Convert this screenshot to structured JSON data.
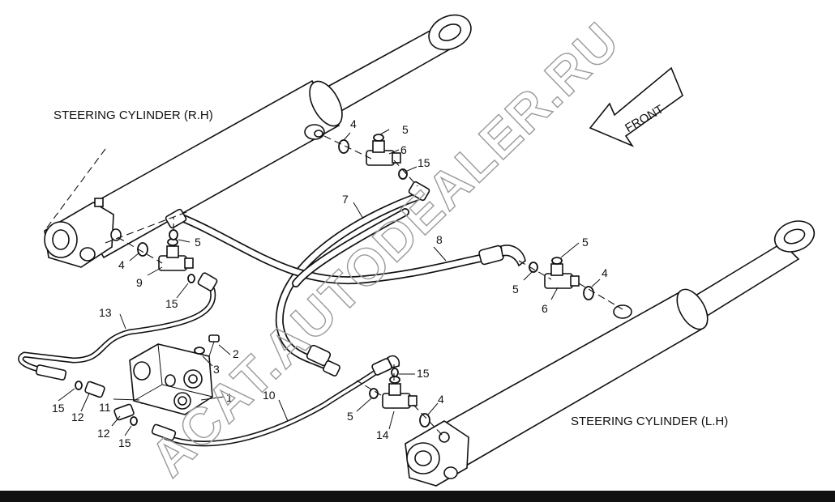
{
  "titles": {
    "right_cylinder": "STEERING CYLINDER (R.H)",
    "left_cylinder": "STEERING CYLINDER (L.H)"
  },
  "front_label": "FRONT",
  "watermark": "ACAT.AUTODEALER.RU",
  "callouts": {
    "c1": "1",
    "c2": "2",
    "c3": "3",
    "c4a": "4",
    "c4b": "4",
    "c4c": "4",
    "c4d": "4",
    "c5a": "5",
    "c5b": "5",
    "c5c": "5",
    "c5d": "5",
    "c5e": "5",
    "c6a": "6",
    "c6b": "6",
    "c7": "7",
    "c8": "8",
    "c9": "9",
    "c10": "10",
    "c11": "11",
    "c12a": "12",
    "c12b": "12",
    "c13": "13",
    "c14": "14",
    "c15a": "15",
    "c15b": "15",
    "c15c": "15",
    "c15d": "15",
    "c15e": "15"
  },
  "colors": {
    "line": "#111111",
    "background": "#ffffff",
    "watermark": "#9a9a9a"
  }
}
